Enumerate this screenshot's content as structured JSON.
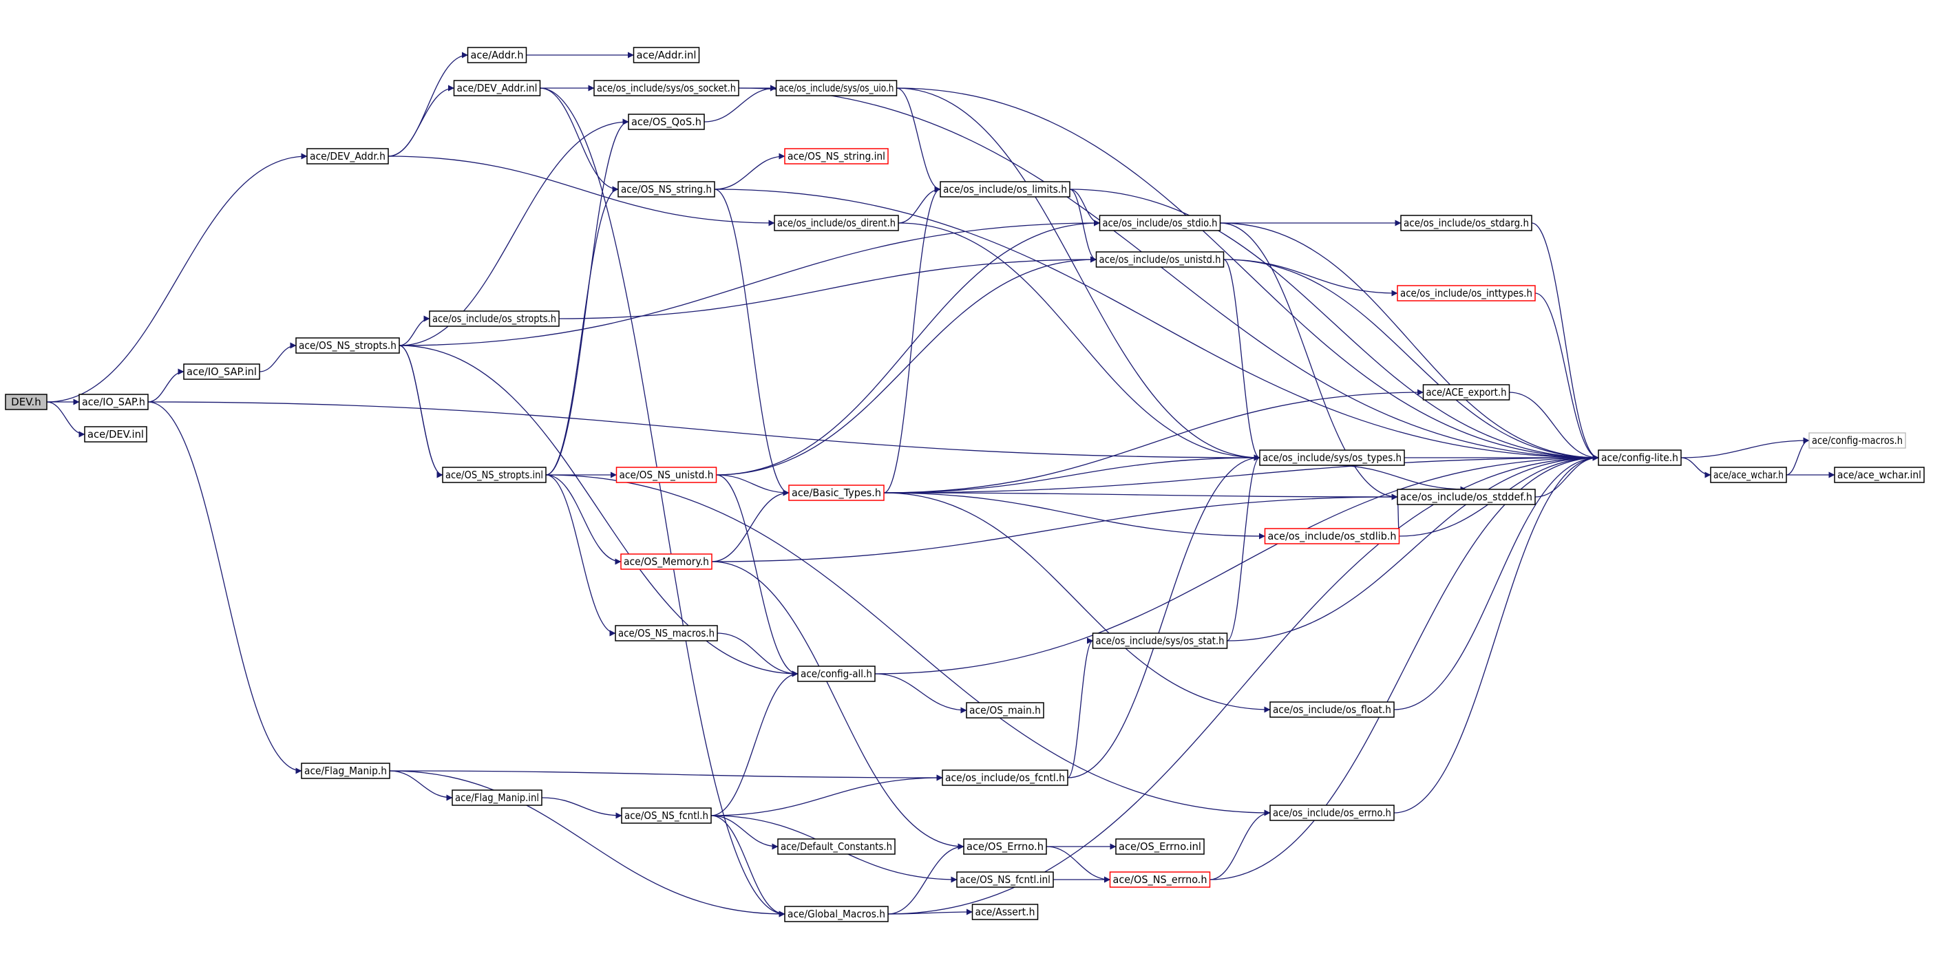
{
  "colors": {
    "edge": "#191970",
    "node_border": "#000000",
    "truncated_border": "#ff0000",
    "external_border": "#bfbfbf",
    "current_fill": "#bfbfbf"
  },
  "nodes": {
    "dev_h": "DEV.h",
    "ace_dev_addr_h": "ace/DEV_Addr.h",
    "ace_io_sap_h": "ace/IO_SAP.h",
    "ace_dev_inl": "ace/DEV.inl",
    "ace_addr_h": "ace/Addr.h",
    "ace_addr_inl": "ace/Addr.inl",
    "ace_dev_addr_inl": "ace/DEV_Addr.inl",
    "os_socket_h": "ace/os_include/sys/os_socket.h",
    "os_uio_h": "ace/os_include/sys/os_uio.h",
    "os_qos_h": "ace/OS_QoS.h",
    "os_ns_string_inl": "ace/OS_NS_string.inl",
    "os_ns_string_h": "ace/OS_NS_string.h",
    "os_limits_h": "ace/os_include/os_limits.h",
    "os_dirent_h": "ace/os_include/os_dirent.h",
    "os_stdio_h": "ace/os_include/os_stdio.h",
    "os_stdarg_h": "ace/os_include/os_stdarg.h",
    "os_unistd_h": "ace/os_include/os_unistd.h",
    "os_inttypes_h": "ace/os_include/os_inttypes.h",
    "os_include_stropts_h": "ace/os_include/os_stropts.h",
    "io_sap_inl": "ace/IO_SAP.inl",
    "os_ns_stropts_h": "ace/OS_NS_stropts.h",
    "ace_export_h": "ace/ACE_export.h",
    "os_types_h": "ace/os_include/sys/os_types.h",
    "config_lite_h": "ace/config-lite.h",
    "config_macros_h": "ace/config-macros.h",
    "ace_wchar_h": "ace/ace_wchar.h",
    "ace_wchar_inl": "ace/ace_wchar.inl",
    "os_ns_stropts_inl": "ace/OS_NS_stropts.inl",
    "os_ns_unistd_h": "ace/OS_NS_unistd.h",
    "basic_types_h": "ace/Basic_Types.h",
    "os_stddef_h": "ace/os_include/os_stddef.h",
    "os_stdlib_h": "ace/os_include/os_stdlib.h",
    "os_memory_h": "ace/OS_Memory.h",
    "os_ns_macros_h": "ace/OS_NS_macros.h",
    "os_stat_h": "ace/os_include/sys/os_stat.h",
    "config_all_h": "ace/config-all.h",
    "os_main_h": "ace/OS_main.h",
    "os_float_h": "ace/os_include/os_float.h",
    "flag_manip_h": "ace/Flag_Manip.h",
    "os_fcntl_h": "ace/os_include/os_fcntl.h",
    "flag_manip_inl": "ace/Flag_Manip.inl",
    "os_errno_h": "ace/os_include/os_errno.h",
    "os_ns_fcntl_h": "ace/OS_NS_fcntl.h",
    "default_constants_h": "ace/Default_Constants.h",
    "os_errno_ace_h": "ace/OS_Errno.h",
    "os_errno_inl": "ace/OS_Errno.inl",
    "os_ns_fcntl_inl": "ace/OS_NS_fcntl.inl",
    "os_ns_errno_h": "ace/OS_NS_errno.h",
    "global_macros_h": "ace/Global_Macros.h",
    "assert_h": "ace/Assert.h"
  }
}
